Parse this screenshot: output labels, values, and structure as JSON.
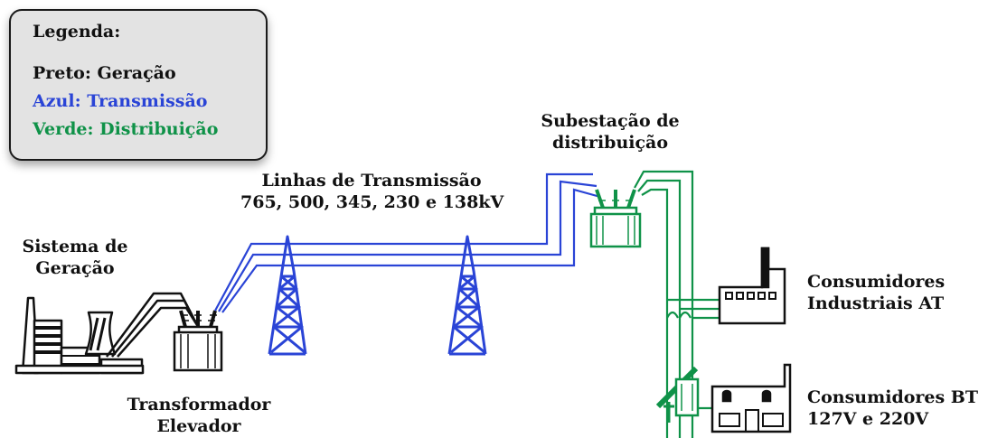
{
  "legend": {
    "title": "Legenda:",
    "items": [
      {
        "text": "Preto: Geração",
        "color": "#111111"
      },
      {
        "text": "Azul: Transmissão",
        "color": "#2a44d6"
      },
      {
        "text": "Verde: Distribuição",
        "color": "#0f9248"
      }
    ]
  },
  "labels": {
    "geracao": [
      "Sistema de",
      "Geração"
    ],
    "transformador": [
      "Transformador",
      "Elevador"
    ],
    "linhas": [
      "Linhas de Transmissão",
      "765, 500, 345, 230 e 138kV"
    ],
    "subestacao": [
      "Subestação de",
      "distribuição"
    ],
    "industriais": [
      "Consumidores",
      "Industriais AT"
    ],
    "bt": [
      "Consumidores BT",
      "127V e 220V"
    ]
  },
  "colors": {
    "generation": "#111111",
    "transmission": "#2a44d6",
    "distribution": "#0f9248",
    "legend_background": "#e3e3e3"
  }
}
